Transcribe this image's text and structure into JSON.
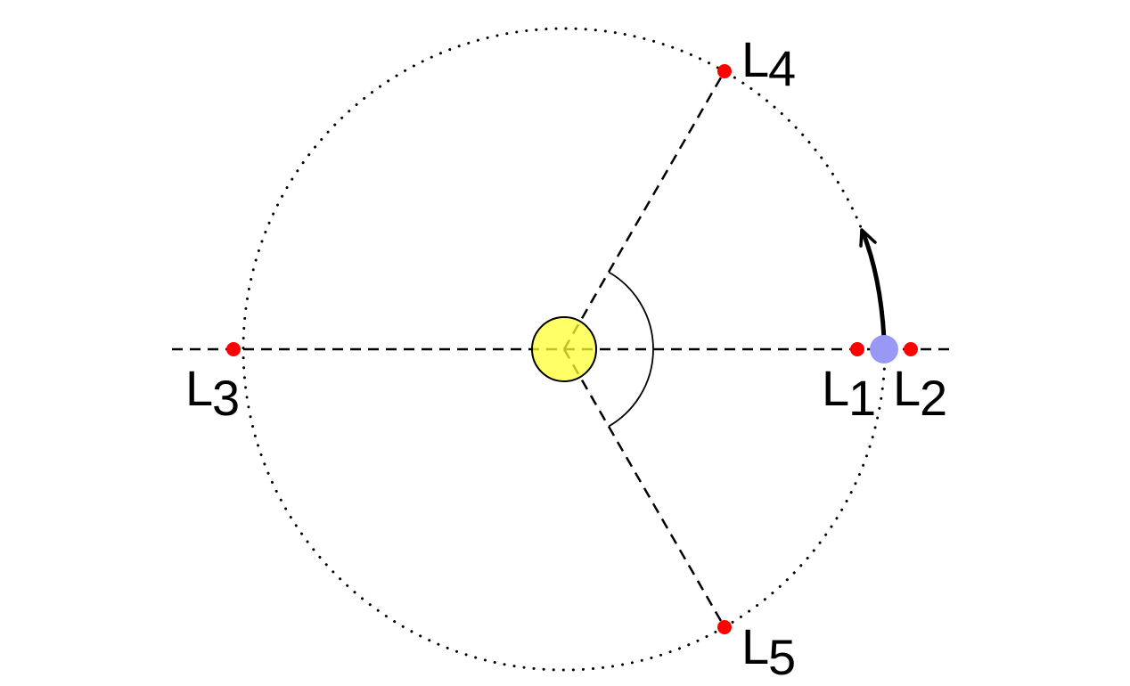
{
  "diagram": {
    "colors": {
      "sun": "#ffff33",
      "planet": "#9999f5",
      "lagrange_point": "#ff0000",
      "lines": "#000000"
    },
    "points": [
      {
        "id": "L1",
        "letter": "L",
        "index": "1"
      },
      {
        "id": "L2",
        "letter": "L",
        "index": "2"
      },
      {
        "id": "L3",
        "letter": "L",
        "index": "3"
      },
      {
        "id": "L4",
        "letter": "L",
        "index": "4"
      },
      {
        "id": "L5",
        "letter": "L",
        "index": "5"
      }
    ],
    "angle_between_L4_L5_axes_deg": 120,
    "orbit_direction": "counterclockwise"
  }
}
